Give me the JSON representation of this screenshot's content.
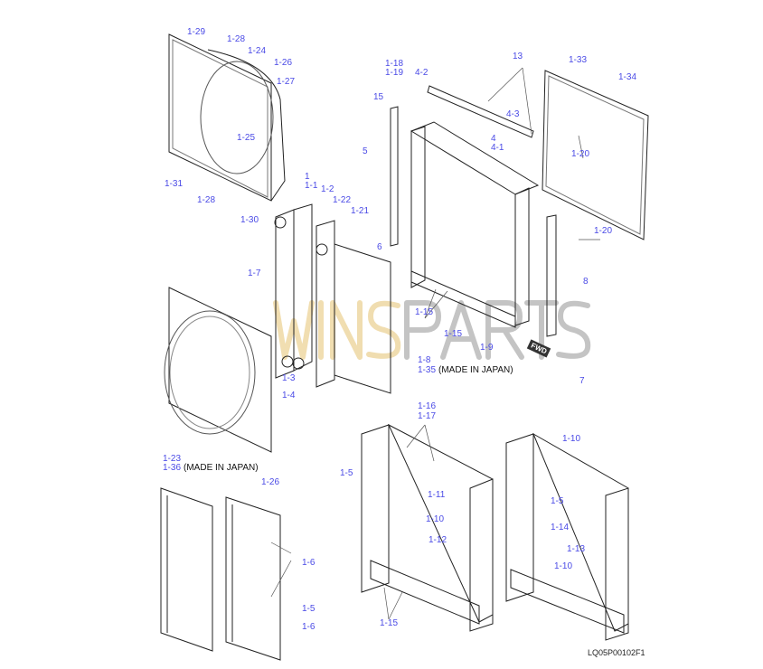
{
  "labels": [
    "1-29",
    "1-28",
    "1-24",
    "1-26",
    "1-27",
    "1-25",
    "1-31",
    "1-28",
    "1-30",
    "1-18",
    "1-19",
    "4-2",
    "13",
    "1-33",
    "1-34",
    "15",
    "4-3",
    "4",
    "4-1",
    "5",
    "1-20",
    "1",
    "1-1",
    "1-2",
    "1-22",
    "1-21",
    "1-20",
    "6",
    "1-7",
    "8",
    "1-15",
    "1-15",
    "1-9",
    "1-8",
    "1-35",
    "1-3",
    "1-4",
    "7",
    "1-16",
    "1-17",
    "1-10",
    "1-23",
    "1-36",
    "1-26",
    "1-5",
    "1-11",
    "1-5",
    "1-10",
    "1-14",
    "1-12",
    "1-13",
    "1-6",
    "1-10",
    "1-5",
    "1-15",
    "1-6"
  ],
  "made_in_japan": "(MADE IN JAPAN)",
  "fwd": "FWD",
  "drawing_code": "LQ05P00102F1",
  "watermark": "WINSPARTS",
  "colors": {
    "label": "#4a4ae6",
    "line": "#222222"
  }
}
